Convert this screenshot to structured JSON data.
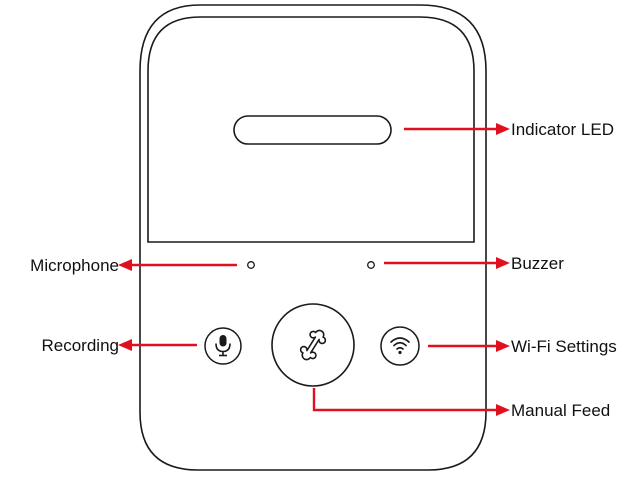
{
  "labels": {
    "indicator_led": "Indicator LED",
    "microphone": "Microphone",
    "buzzer": "Buzzer",
    "recording": "Recording",
    "wifi_settings": "Wi-Fi Settings",
    "manual_feed": "Manual Feed"
  },
  "colors": {
    "outline": "#1a1a1a",
    "arrow": "#e0101e",
    "text": "#111111"
  },
  "icons": {
    "recording_button": "microphone-icon",
    "manual_feed_button": "bone-icon",
    "wifi_button": "wifi-icon"
  }
}
